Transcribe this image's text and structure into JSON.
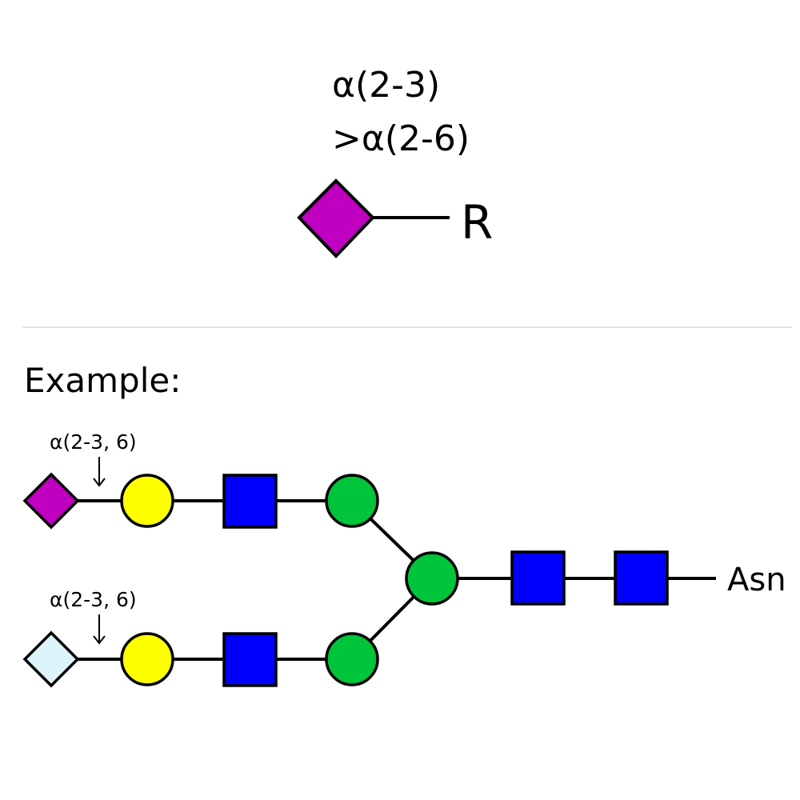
{
  "top": {
    "linkage_line1": "α(2-3)",
    "linkage_line2": ">α(2-6)",
    "aglycone_label": "R"
  },
  "example": {
    "heading": "Example:",
    "upper_linkage": "α(2-3, 6)",
    "lower_linkage": "α(2-3, 6)",
    "anchor_label": "Asn"
  },
  "colors": {
    "sialic_acid_purple": "#C000C0",
    "sialic_acid_light": "#DDF4FA",
    "galactose_yellow": "#FFFF00",
    "glcnac_blue": "#0000FF",
    "mannose_green": "#00C43A",
    "divider": "#E6E6E6"
  },
  "icons": {
    "top_symbol": "purple-diamond-icon",
    "upper_branch": [
      "purple-diamond-icon",
      "yellow-circle-icon",
      "blue-square-icon",
      "green-circle-icon"
    ],
    "lower_branch": [
      "light-blue-diamond-icon",
      "yellow-circle-icon",
      "blue-square-icon",
      "green-circle-icon"
    ],
    "core": [
      "green-circle-icon",
      "blue-square-icon",
      "blue-square-icon"
    ]
  }
}
